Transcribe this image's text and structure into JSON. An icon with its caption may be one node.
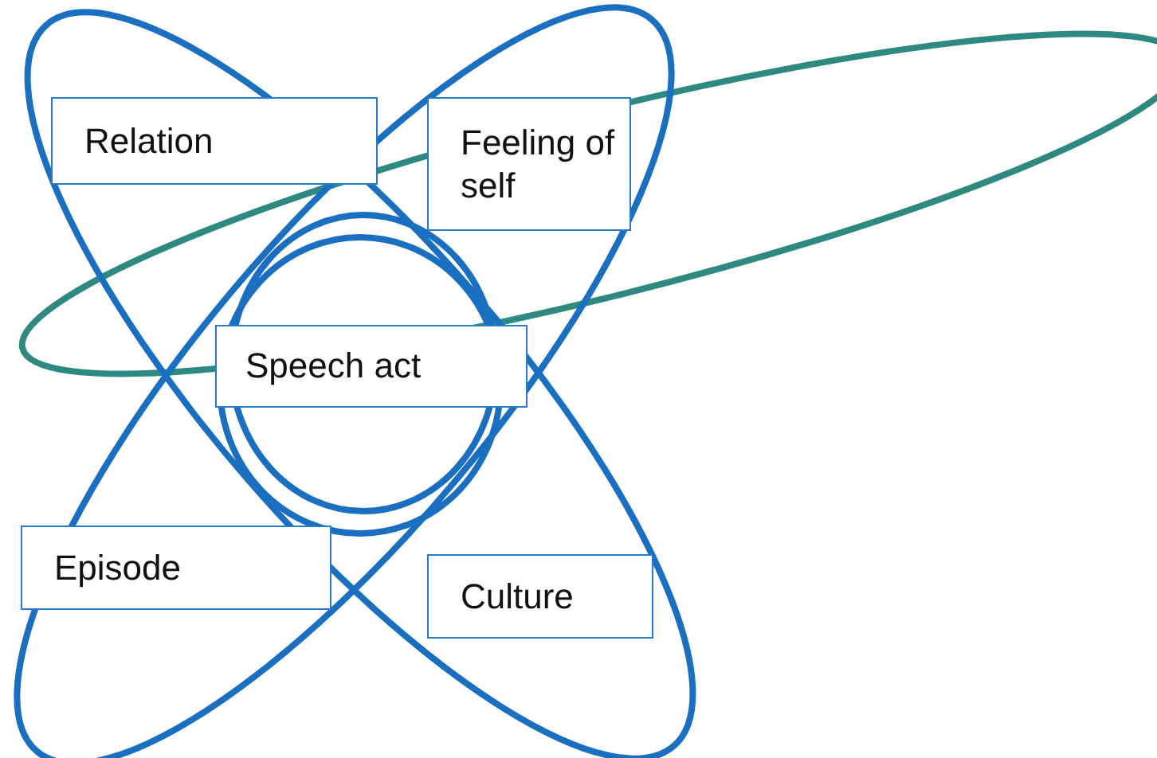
{
  "diagram": {
    "nodes": [
      {
        "text": [
          "Relation"
        ]
      },
      {
        "text": [
          "Feeling of self"
        ]
      },
      {
        "text": [
          "Speech act"
        ]
      },
      {
        "text": [
          "Episode"
        ]
      },
      {
        "text": [
          "Culture"
        ]
      }
    ]
  }
}
